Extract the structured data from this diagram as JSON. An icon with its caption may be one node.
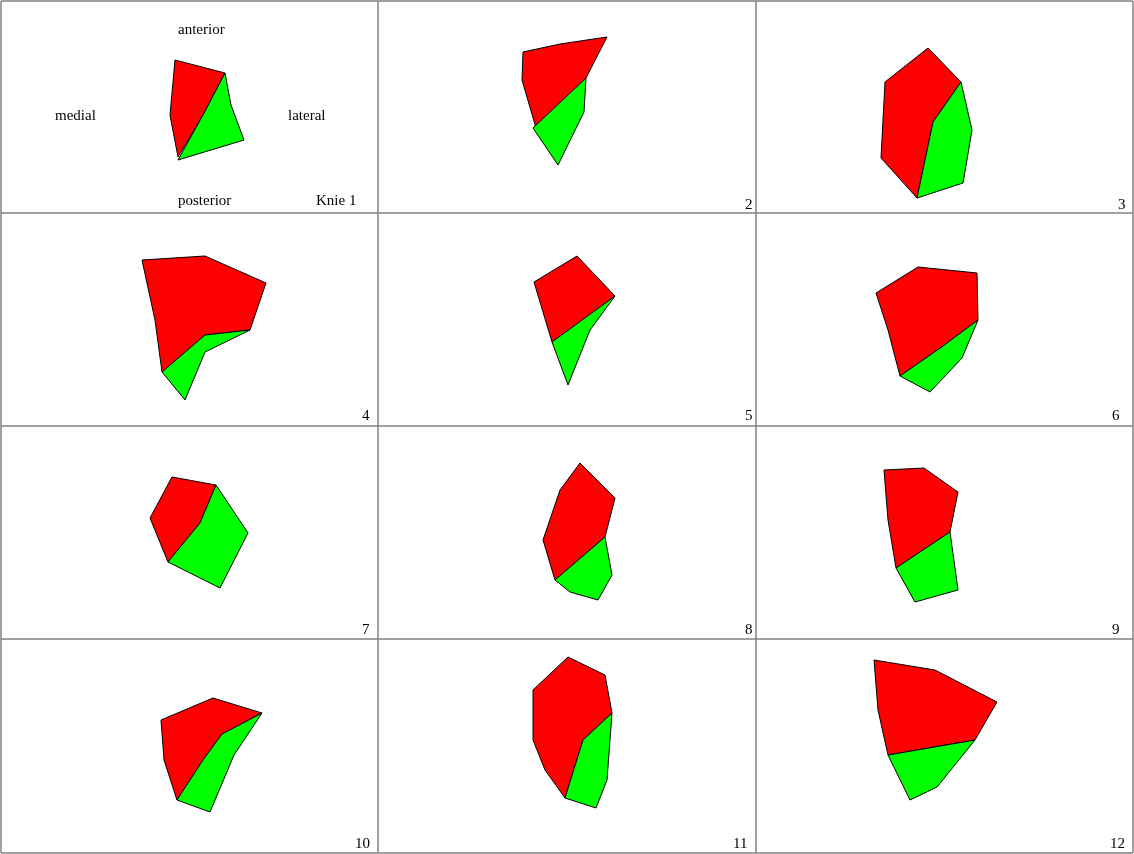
{
  "diagram": {
    "labels": [
      "anterior",
      "medial",
      "lateral",
      "posterior",
      "Knie 1",
      "2",
      "3",
      "4",
      "5",
      "6",
      "7",
      "8",
      "9",
      "10",
      "11",
      "12"
    ]
  }
}
